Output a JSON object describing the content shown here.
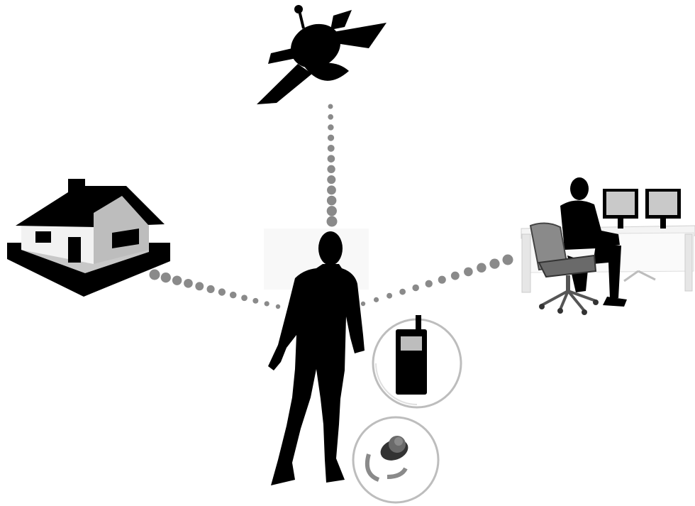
{
  "diagram": {
    "nodes": [
      {
        "id": "satellite",
        "icon": "satellite-icon"
      },
      {
        "id": "house",
        "icon": "house-icon"
      },
      {
        "id": "control-center",
        "icon": "operator-at-workstation-icon"
      },
      {
        "id": "person",
        "icon": "walking-person-icon"
      },
      {
        "id": "mobile-phone",
        "icon": "mobile-phone-icon"
      },
      {
        "id": "wristband",
        "icon": "wristband-device-icon"
      }
    ],
    "links": [
      {
        "from": "satellite",
        "to": "person",
        "style": "dotted"
      },
      {
        "from": "house",
        "to": "person",
        "style": "dotted"
      },
      {
        "from": "control-center",
        "to": "person",
        "style": "dotted"
      }
    ],
    "colors": {
      "silhouette": "#000000",
      "dots": "#8a8a8a",
      "accent_gray": "#bdbdbd",
      "background": "#ffffff"
    }
  }
}
